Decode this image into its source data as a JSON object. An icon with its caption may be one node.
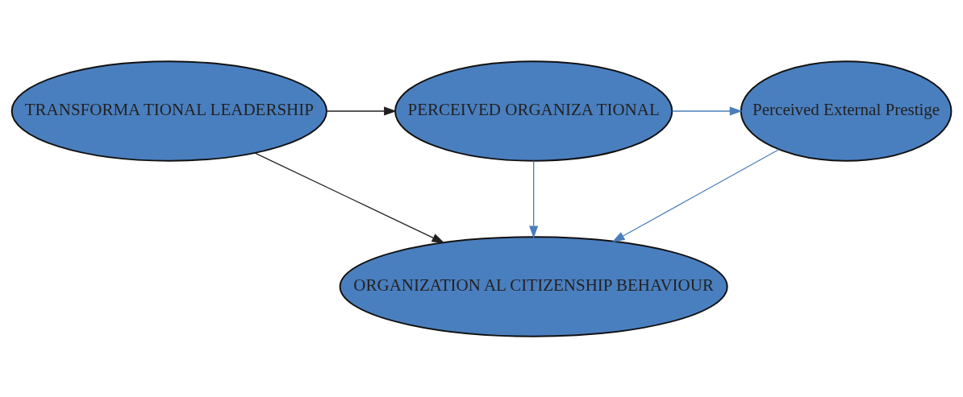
{
  "diagram": {
    "nodes": [
      {
        "text": [
          "TRANSFORMA TIONAL LEADERSHIP"
        ]
      },
      {
        "text": [
          "PERCEIVED ORGANIZA TIONAL"
        ]
      },
      {
        "text": [
          "Perceived External Prestige"
        ]
      },
      {
        "text": [
          "ORGANIZATION AL CITIZENSHIP BEHAVIOUR"
        ]
      }
    ],
    "edges": [
      {
        "from": 0,
        "to": 1,
        "arrow": "to",
        "color": "#231f20"
      },
      {
        "from": 1,
        "to": 2,
        "arrow": "to"
      },
      {
        "from": 0,
        "to": 3,
        "arrow": "to",
        "color": "#231f20"
      },
      {
        "from": 1,
        "to": 3,
        "arrow": "to"
      },
      {
        "from": 2,
        "to": 3,
        "arrow": "to"
      }
    ]
  }
}
